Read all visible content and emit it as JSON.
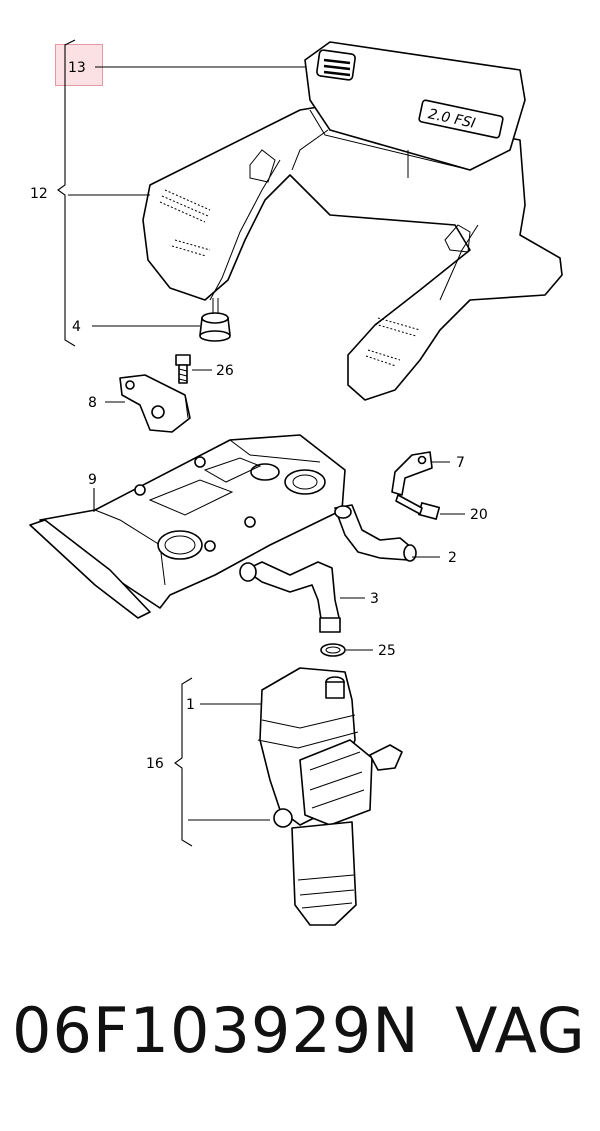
{
  "diagram": {
    "callouts": {
      "c13": "13",
      "c12": "12",
      "c4": "4",
      "c26": "26",
      "c8": "8",
      "c7": "7",
      "c9": "9",
      "c20": "20",
      "c2": "2",
      "c3": "3",
      "c25": "25",
      "c1": "1",
      "c16": "16"
    },
    "cover_badge_text": "2.0 FSI",
    "highlighted_callout": "13",
    "highlight_color": "#f8c8cd"
  },
  "footer": {
    "part_number": "06F103929N",
    "brand": "VAG"
  }
}
